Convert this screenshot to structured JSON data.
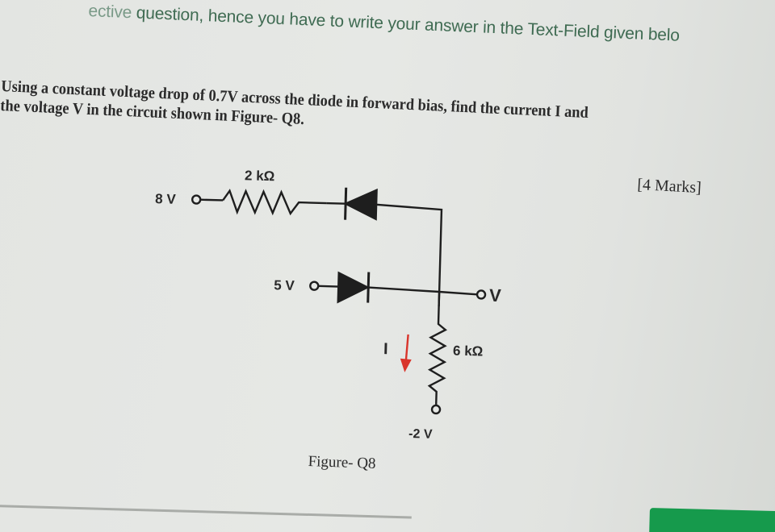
{
  "header": {
    "instruction_prefix": "ective",
    "instruction_text": "question, hence you have to write your answer in the Text-Field given belo"
  },
  "question": {
    "line1": "Using a constant voltage drop of 0.7V across the diode in forward bias, find the current I and",
    "line2": "the voltage V in the circuit shown in Figure- Q8.",
    "marks": "[4 Marks]"
  },
  "figure": {
    "caption": "Figure- Q8",
    "labels": {
      "source_top": "8 V",
      "resistor_top": "2 kΩ",
      "source_mid": "5 V",
      "output": "V",
      "resistor_bottom": "6 kΩ",
      "current": "I",
      "source_bottom": "-2 V"
    },
    "colors": {
      "wire": "#1e1e1e",
      "current_arrow": "#d9342b"
    }
  },
  "footer": {
    "button_color": "#169a4c"
  }
}
